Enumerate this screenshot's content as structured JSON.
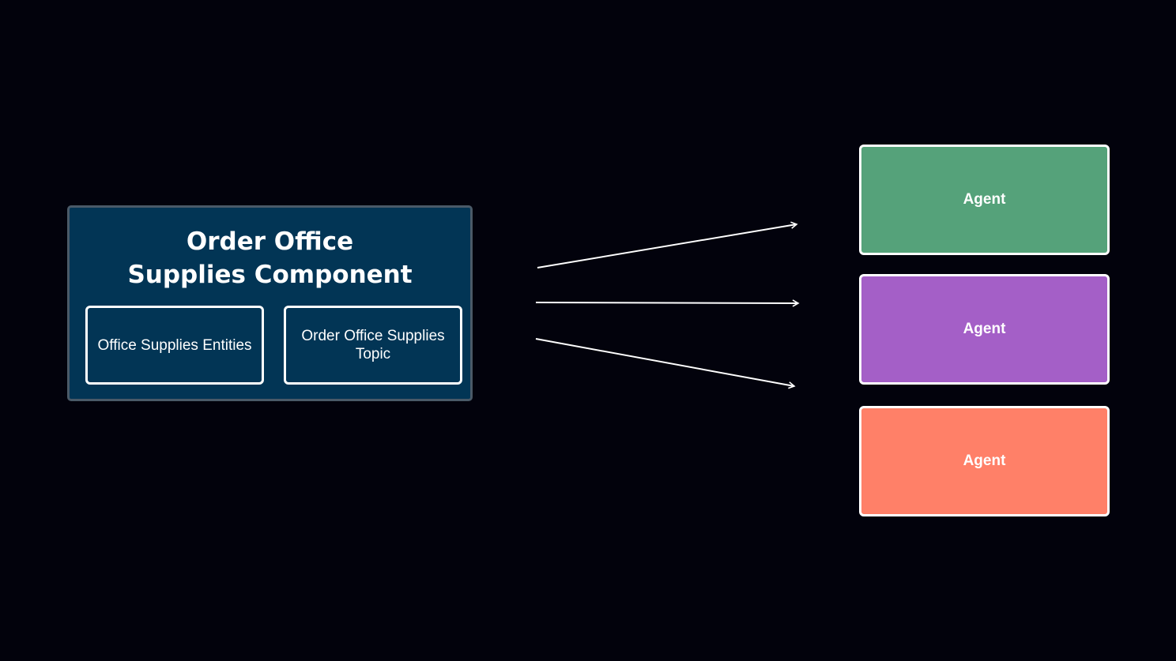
{
  "component": {
    "title_line1": "Order Office",
    "title_line2": "Supplies Component",
    "boxes": [
      {
        "label": "Office Supplies Entities"
      },
      {
        "label": "Order Office Supplies Topic"
      }
    ]
  },
  "agents": [
    {
      "label": "Agent",
      "color": "#55a27a"
    },
    {
      "label": "Agent",
      "color": "#a45fc7"
    },
    {
      "label": "Agent",
      "color": "#ff8068"
    }
  ],
  "colors": {
    "background": "#02020c",
    "component_fill": "#023555",
    "arrow": "#ffffff"
  }
}
